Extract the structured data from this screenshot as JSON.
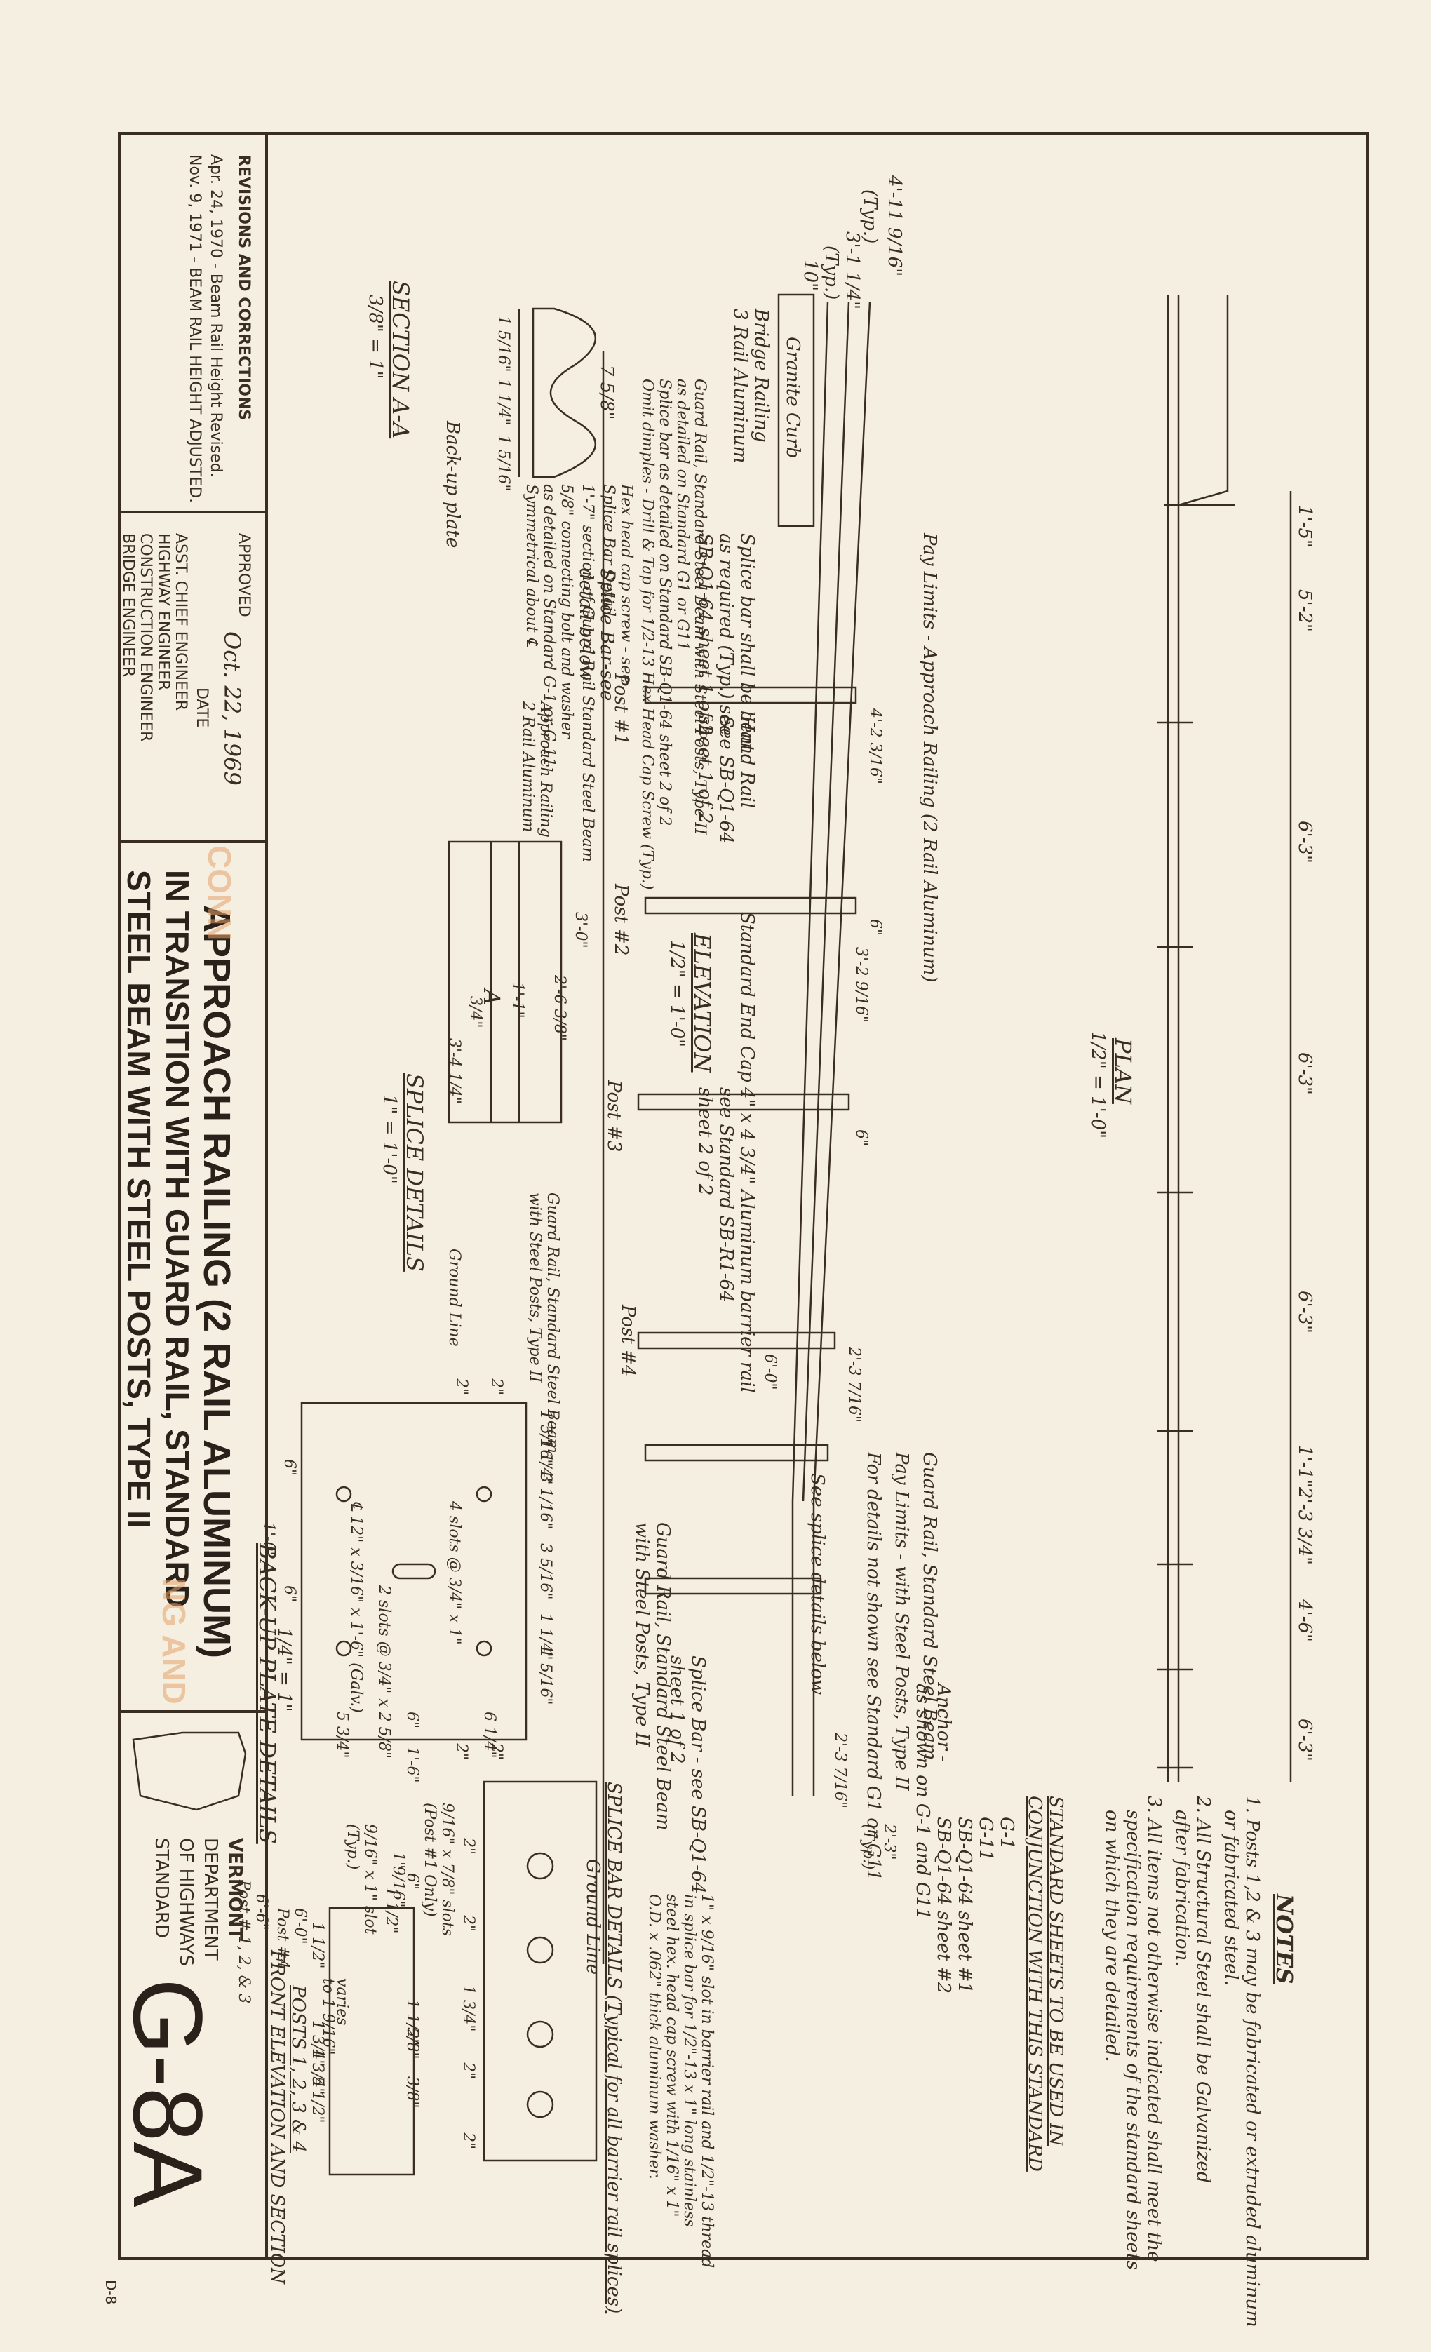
{
  "sheet_corner": "D-8",
  "title": {
    "line1": "APPROACH RAILING (2 RAIL ALUMINUM)",
    "line2": "IN TRANSITION WITH GUARD RAIL, STANDARD",
    "line3": "STEEL BEAM WITH STEEL POSTS, TYPE II",
    "faded_fragment1": "CONN",
    "faded_fragment2": "NG AND"
  },
  "standard_number": "G-8A",
  "agency": {
    "line1": "VERMONT",
    "line2": "DEPARTMENT",
    "line3": "OF HIGHWAYS",
    "line4": "STANDARD"
  },
  "revisions": {
    "heading": "REVISIONS AND CORRECTIONS",
    "entry1": "Apr. 24, 1970 - Beam Rail Height Revised.",
    "entry2": "Nov. 9, 1971 - BEAM RAIL HEIGHT ADJUSTED."
  },
  "approval": {
    "label": "APPROVED",
    "date": "Oct. 22, 1969",
    "date_caption": "DATE",
    "signers": [
      "ASST. CHIEF ENGINEER",
      "HIGHWAY ENGINEER",
      "CONSTRUCTION ENGINEER",
      "BRIDGE ENGINEER"
    ]
  },
  "notes": {
    "heading": "NOTES",
    "n1a": "1. Posts 1,2 & 3 may be fabricated or extruded aluminum",
    "n1b": "or fabricated steel.",
    "n2a": "2. All Structural Steel shall be Galvanized",
    "n2b": "after fabrication.",
    "n3a": "3. All items not otherwise indicated shall meet the",
    "n3b": "specification requirements of the standard sheets",
    "n3c": "on which they are detailed."
  },
  "standard_sheets": {
    "heading1": "STANDARD SHEETS TO BE USED IN",
    "heading2": "CONJUNCTION WITH THIS STANDARD",
    "items": [
      "G-1",
      "G-11",
      "SB-Q1-64  sheet #1",
      "SB-Q1-64  sheet #2"
    ]
  },
  "plan": {
    "title": "PLAN",
    "scale": "1/2\" = 1'-0\"",
    "dims": [
      "1'-5\"",
      "5'-2\"",
      "6'-3\"",
      "6'-3\"",
      "6'-3\"",
      "1'-1\"",
      "2'-3 3/4\"",
      "4'-6\"",
      "6'-3\""
    ]
  },
  "elevation": {
    "title": "ELEVATION",
    "scale": "1/2\" = 1'-0\"",
    "dim_top1": "4'-11 9/16\"",
    "dim_top1_note": "(Typ.)",
    "dim_top2": "3'-1 1/4\"",
    "dim_top2_note": "(Typ.)",
    "dim_10": "10\"",
    "bridge_railing": "Bridge Railing",
    "bridge_railing2": "3 Rail Aluminum",
    "granite_curb": "Granite Curb",
    "pay_limits_approach": "Pay Limits - Approach Railing (2 Rail Aluminum)",
    "pay_limits_guard": "Pay Limits - with Steel Posts, Type II",
    "guard_rail_std": "Guard Rail, Standard Steel Beam",
    "for_details": "For details not shown see Standard G1 or G11",
    "splice_bar_bent": "Splice bar shall be bent",
    "splice_bar_bent2": "as required (Typ.) see",
    "splice_bar_bent3": "SB-Q1-64 sheet 1 of 2",
    "hand_rail": "Hand Rail",
    "hand_rail2": "See SB-Q1-64",
    "hand_rail3": "sheet 1 of 2",
    "std_end_cap": "Standard End Cap",
    "barrier_rail": "4\" x 4 3/4\" Aluminum barrier rail",
    "barrier_rail2": "see Standard SB-R1-64",
    "barrier_rail3": "sheet 2 of 2",
    "splice_see": "Splice Bar-see",
    "splice_see2": "detail below",
    "see_splice": "See splice details below",
    "guard_rail_posts": "Guard Rail, Standard Steel Beam",
    "guard_rail_posts2": "with Steel Posts, Type II",
    "splice_bar_sb": "Splice Bar - see SB-Q1-64",
    "splice_bar_sb2": "sheet 1 of 2",
    "anchor": "Anchor -",
    "anchor2": "as shown on G-1 and G11",
    "ground_line": "Ground Line",
    "posts": [
      "Post #1",
      "Post #2",
      "Post #3",
      "Post #4"
    ],
    "small_dims": [
      "4'-2 3/16\"",
      "6\"",
      "3'-2 9/16\"",
      "6\"",
      "2'-3 7/16\"",
      "6'-0\"",
      "2'-3 7/16\"",
      "2'-3\"",
      "(Typ.)"
    ]
  },
  "section_aa": {
    "title": "SECTION A-A",
    "scale": "3/8\" = 1\"",
    "width_dim": "7 5/8\"",
    "dims": [
      "1 5/16\"",
      "1 1/4\"",
      "1 5/16\""
    ],
    "n1": "Guard Rail, Standard Steel Beam with Steel Posts, Type II",
    "n1b": "as detailed on Standard G1 or G11",
    "n2": "Splice bar as detailed on Standard SB-Q1-64 sheet 2 of 2",
    "n2b": "Omit dimples - Drill & Tap for 1/2-13 Hex Head Cap Screw (Typ.)",
    "n3": "Hex head cap screw - see",
    "n3b": "Splice Bar Detail",
    "n4": "1'-7\" section of Guard Rail Standard Steel Beam",
    "n5": "5/8\" connecting bolt and washer",
    "n5b": "as detailed on Standard G-1 or G-11",
    "n6": "Symmetrical about ℄",
    "backup": "Back-up plate"
  },
  "splice_details": {
    "title": "SPLICE DETAILS",
    "scale": "1\" = 1'-0\"",
    "approach": "Approach Railing",
    "approach2": "2 Rail Aluminum",
    "dim_3_0": "3'-0\"",
    "dim_2_6": "2'-6 3/8\"",
    "dim_1_1": "1'-1\"",
    "dim_3_4": "3'-4 1/4\"",
    "dim_3_4b": "3/4\"",
    "section_label": "A",
    "guard_rail": "Guard Rail, Standard Steel Beam",
    "guard_rail2": "with Steel Posts, Type II",
    "ground": "Ground Line"
  },
  "backup_plate": {
    "title": "BACK-UP PLATE DETAILS",
    "scale": "1/4\" = 1\"",
    "dims_top": [
      "1 5/16\"",
      "1 1/4\"",
      "3 1/16\"",
      "3 5/16\"",
      "1 1/4\"",
      "1 5/16\""
    ],
    "dims_right": [
      "6 1/4\"",
      "6\"",
      "5 3/4\""
    ],
    "dim_total_h": "1'-6\"",
    "dims_bottom": [
      "6\"",
      "6\"",
      "1'-0\""
    ],
    "dims_left": [
      "2\"",
      "2\""
    ],
    "dims_right2": [
      "2\"",
      "2\""
    ],
    "note1": "4 slots @ 3/4\" x 1\"",
    "note2": "2 slots @ 3/4\" x 2 5/8\"",
    "note3": "℄ 12\" x 3/16\" x 1'-6\" (Galv.)"
  },
  "splice_bar": {
    "title": "SPLICE BAR DETAILS (Typical for all barrier rail splices)",
    "note1": "1\" x 9/16\" slot in barrier rail and 1/2\"-13 thread",
    "note2": "in splice bar for 1/2\"-13 x 1\" long stainless",
    "note3": "steel hex. head cap screw with 1/16\" x 1\"",
    "note4": "O.D. x .062\" thick aluminum washer.",
    "dims": [
      "2\"",
      "2\"",
      "1 3/4\"",
      "2\"",
      "2\""
    ]
  },
  "posts_detail": {
    "title": "POSTS 1, 2, 3 & 4",
    "subtitle": "FRONT ELEVATION AND SECTION",
    "dims": [
      "9/16\" x 7/8\" slots",
      "(Post #1 Only)",
      "6\"",
      "1 1/2\"",
      "9/16\" x 1\" slot",
      "(Typ.)",
      "1 1/2\"",
      "5/8\"",
      "1 1/2\"",
      "3/8\"",
      "5 1/2\"",
      "varies",
      "to 1 9/16\"",
      "1 3/4\"",
      "1 3/4\"",
      "6'-0\"",
      "Post #4",
      "6'-6\"",
      "Post # 1, 2, & 3",
      "9/16\"",
      "1\""
    ]
  }
}
